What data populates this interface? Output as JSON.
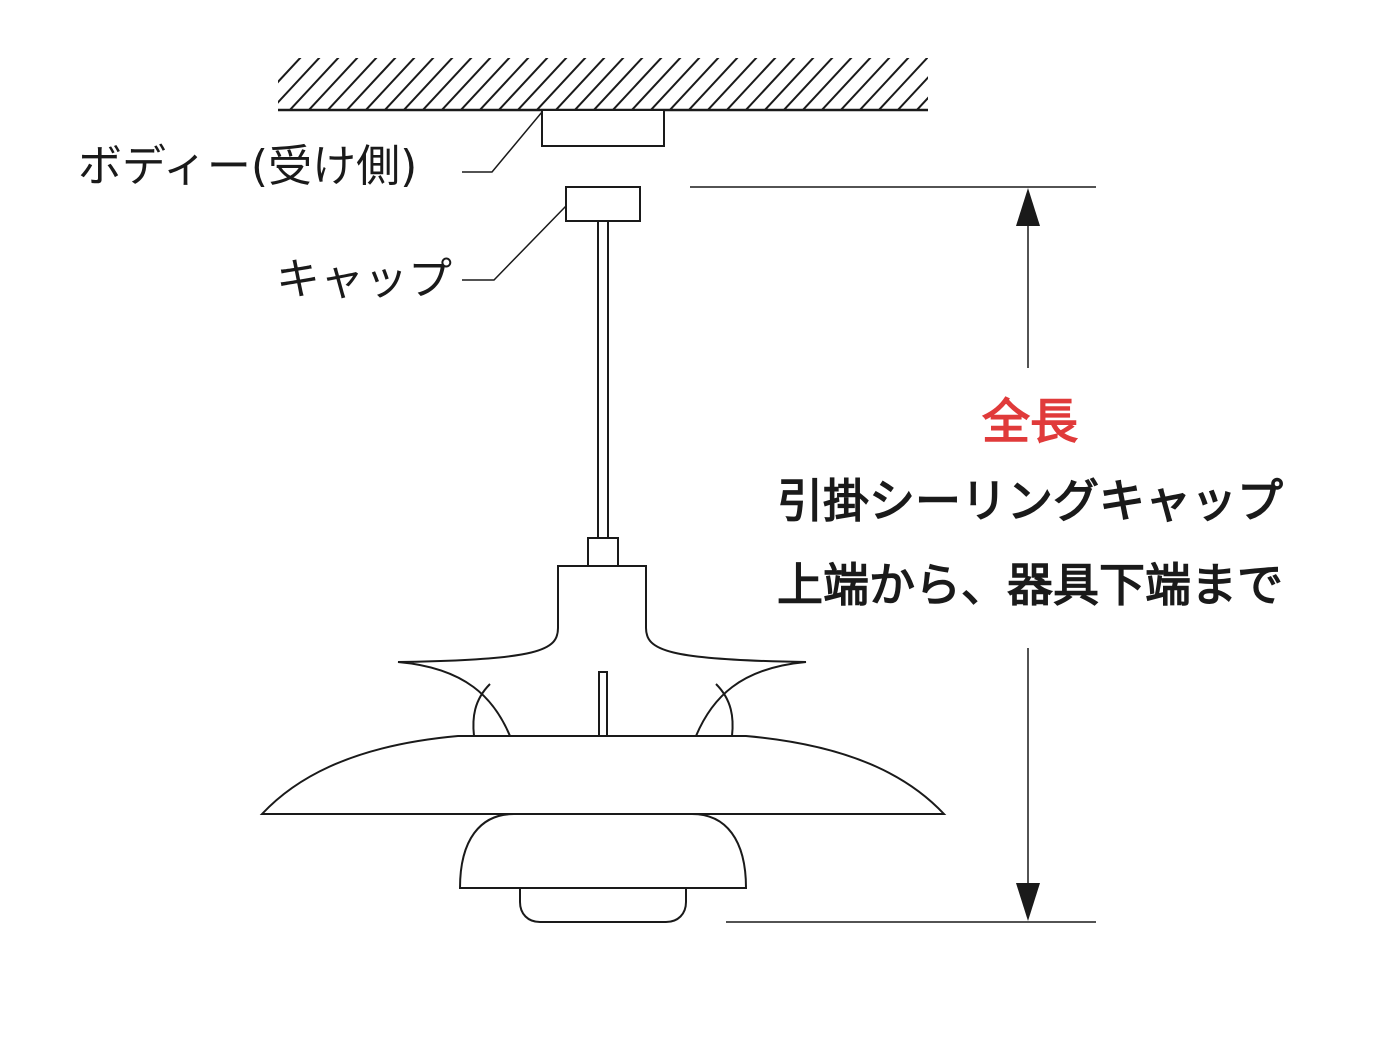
{
  "labels": {
    "body": "ボディー(受け側)",
    "cap": "キャップ"
  },
  "dimension": {
    "title": "全長",
    "description_line1": "引掛シーリングキャップ",
    "description_line2": "上端から、器具下端まで"
  },
  "colors": {
    "line": "#1a1a1a",
    "accent": "#e03a3a",
    "fill": "#ffffff"
  }
}
